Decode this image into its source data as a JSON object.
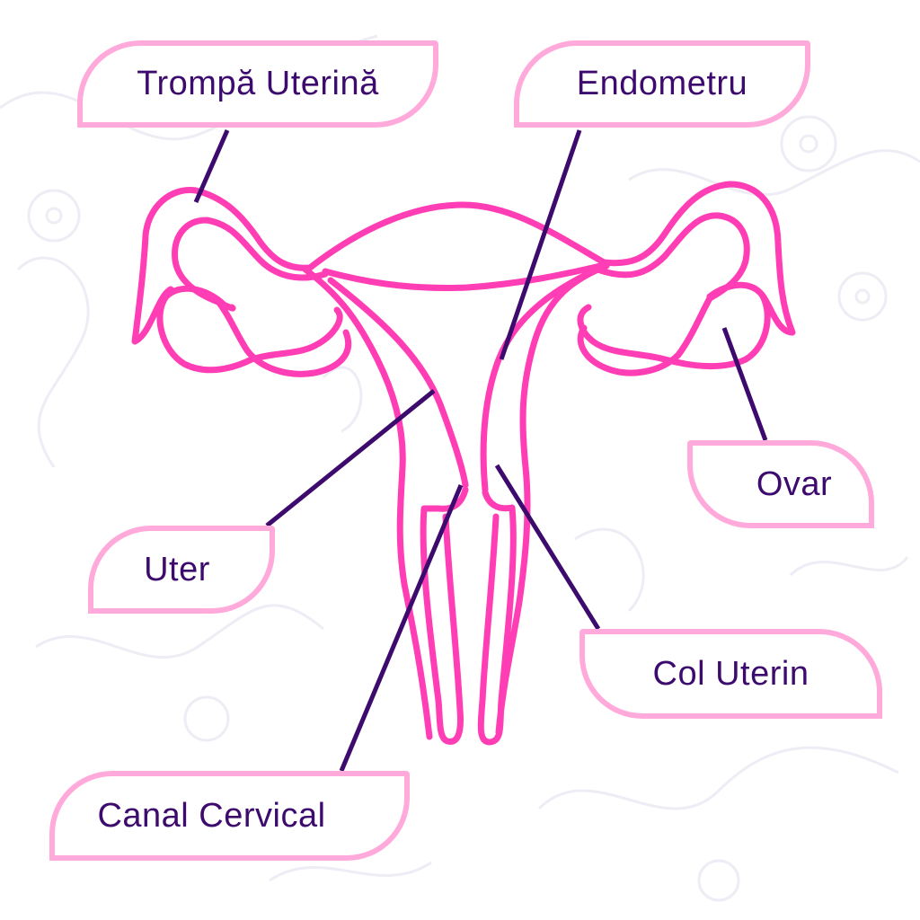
{
  "title": "Uterus anatomy diagram",
  "colors": {
    "organ": "#ff3db5",
    "leader": "#3d0a6e",
    "label_border": "#ffaadb",
    "label_text": "#3d0a6e",
    "background_pattern": "#eeecf4"
  },
  "labels": {
    "fallopian_tube": "Trompă Uterină",
    "endometrium": "Endometru",
    "ovary": "Ovar",
    "uterus": "Uter",
    "cervix": "Col Uterin",
    "cervical_canal": "Canal Cervical"
  }
}
